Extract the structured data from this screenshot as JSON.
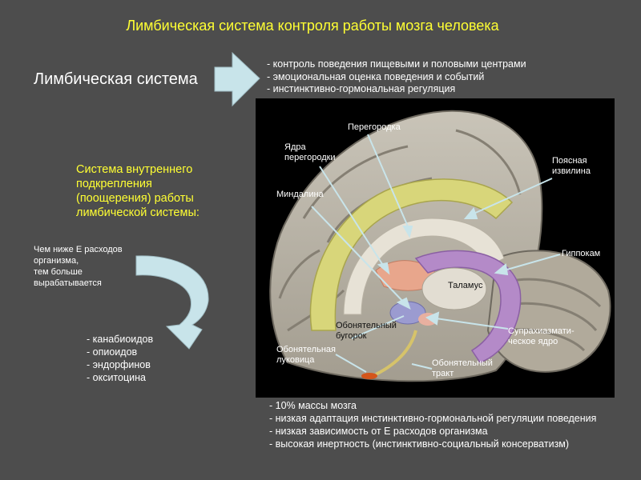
{
  "title": "Лимбическая система контроля работы мозга человека",
  "main_label": "Лимбическая система",
  "functions": [
    "- контроль поведения пищевыми и половыми центрами",
    "- эмоциональная оценка поведения и событий",
    "- инстинктивно-гормональная регуляция"
  ],
  "reinforcement": [
    "Система внутреннего",
    "подкрепления",
    "(поощерения) работы",
    "лимбической системы:"
  ],
  "energy_note": [
    "Чем ниже Е расходов",
    "организма,",
    "тем больше",
    "вырабатывается"
  ],
  "substances": [
    "- канабиоидов",
    "- опиоидов",
    "- эндорфинов",
    "- окситоцина"
  ],
  "facts": [
    "- 10% массы мозга",
    "- низкая адаптация инстинктивно-гормональной регуляции поведения",
    "- низкая зависимость от Е расходов организма",
    "- высокая инертность (инстинктивно-социальный консерватизм)"
  ],
  "brain_labels": {
    "septum": "Перегородка",
    "septal_nuclei": [
      "Ядра",
      "перегородки"
    ],
    "cingulate": [
      "Поясная",
      "извилина"
    ],
    "amygdala": "Миндалина",
    "hippocampus": "Гиппокам",
    "thalamus": "Таламус",
    "olf_tubercle": [
      "Обонятельный",
      "бугорок"
    ],
    "suprachiasmatic": [
      "Супрахиазмати-",
      "ческое ядро"
    ],
    "olf_bulb": [
      "Обонятельная",
      "луковица"
    ],
    "olf_tract": [
      "Обонятельный",
      "тракт"
    ]
  },
  "colors": {
    "background": "#4d4d4d",
    "title": "#ffff33",
    "arrow_fill": "#c8e4ea",
    "cingulate": "#d8d67a",
    "hippocampus": "#b48ac8",
    "septum": "#e8a68c"
  }
}
